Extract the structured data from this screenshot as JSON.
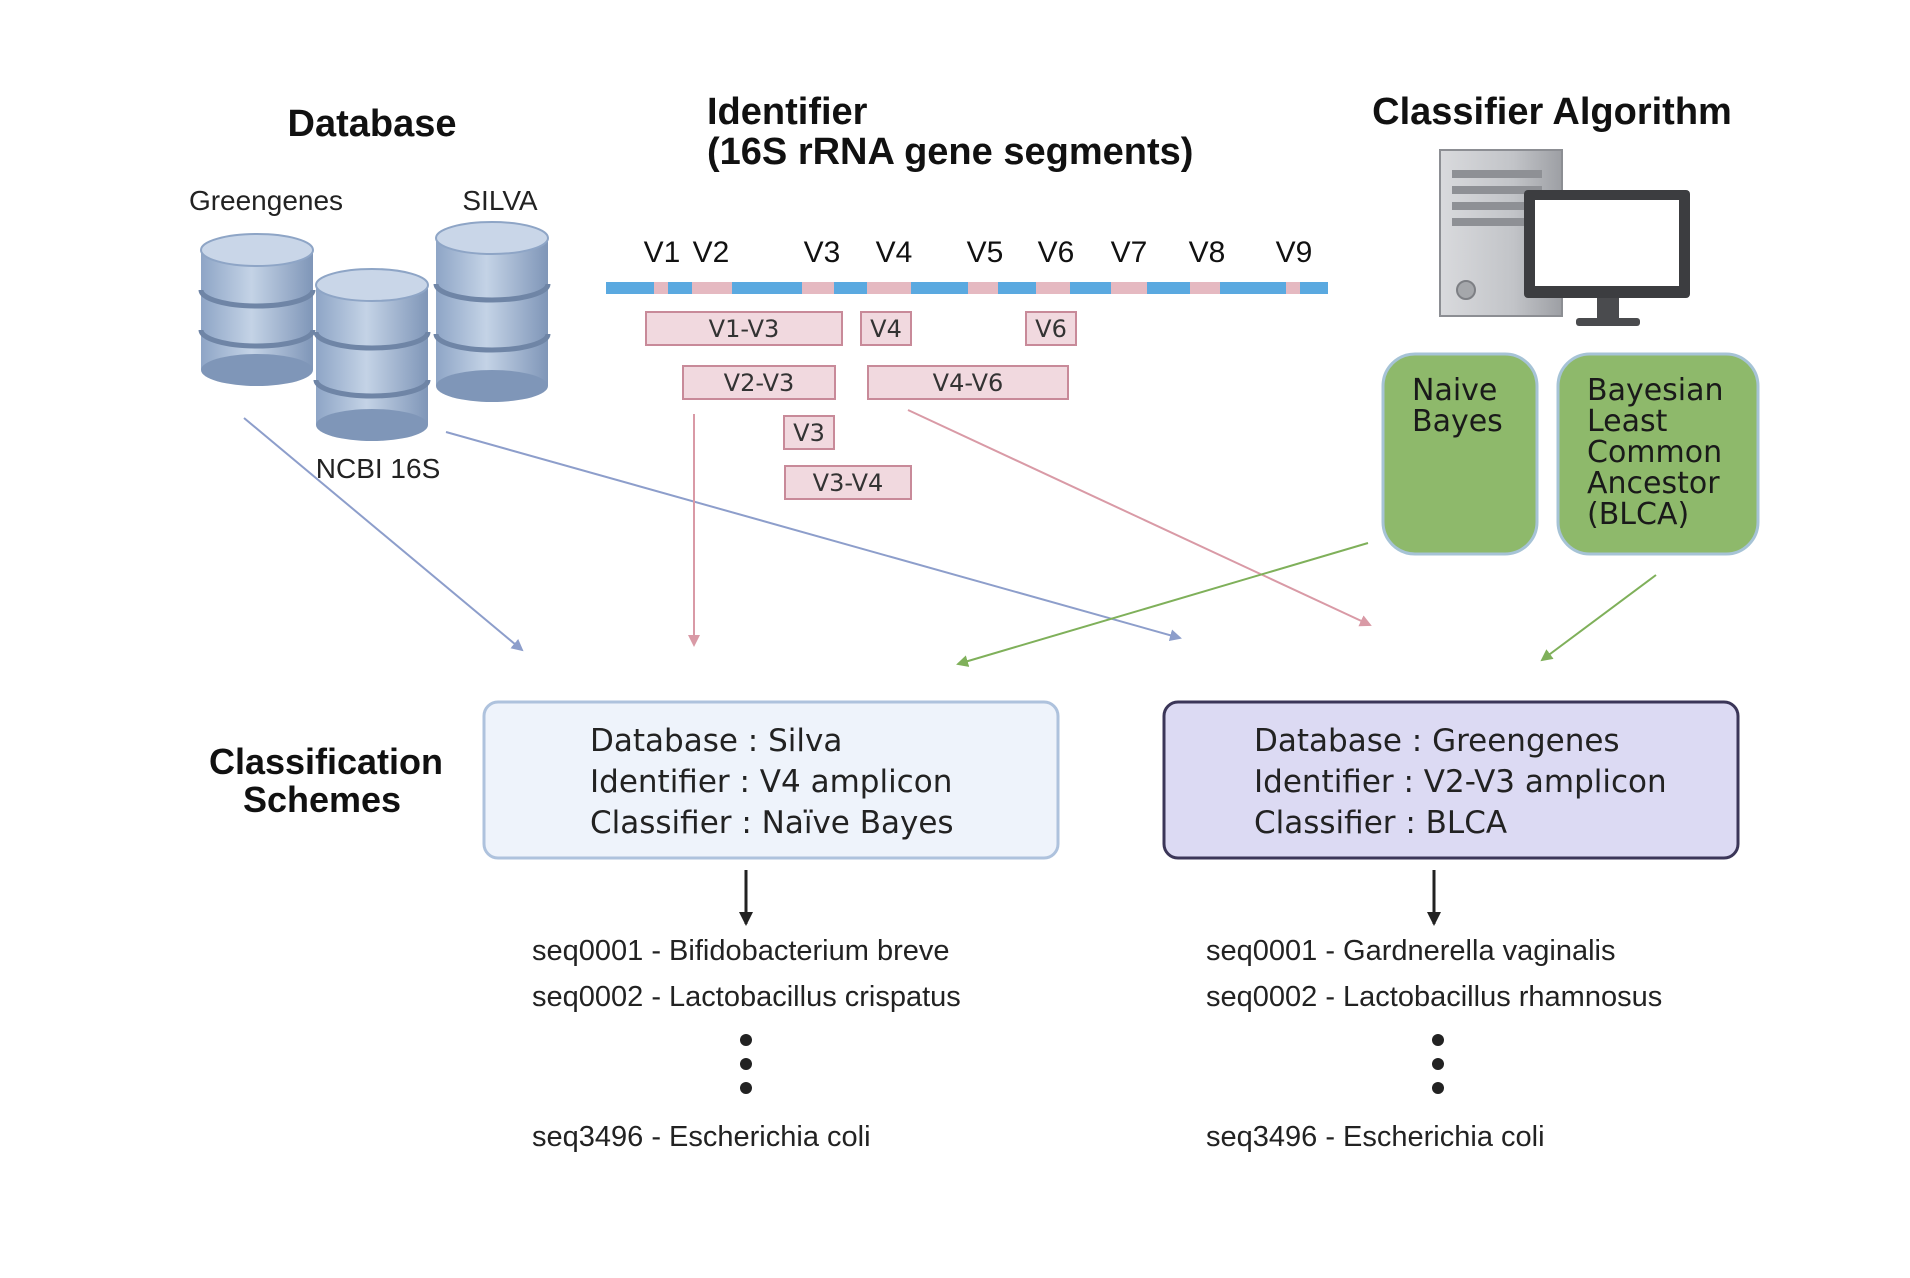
{
  "headers": {
    "database": "Database",
    "identifier_line1": "Identifier",
    "identifier_line2": "(16S rRNA gene segments)",
    "classifier": "Classifier Algorithm",
    "schemes_line1": "Classification",
    "schemes_line2": "Schemes"
  },
  "databases": {
    "greengenes": "Greengenes",
    "silva": "SILVA",
    "ncbi": "NCBI 16S"
  },
  "regions": [
    "V1",
    "V2",
    "V3",
    "V4",
    "V5",
    "V6",
    "V7",
    "V8",
    "V9"
  ],
  "segments": {
    "v1_v3": "V1-V3",
    "v4": "V4",
    "v6": "V6",
    "v2_v3": "V2-V3",
    "v4_v6": "V4-V6",
    "v3": "V3",
    "v3_v4": "V3-V4"
  },
  "algorithms": {
    "naive_line1": "Naive",
    "naive_line2": "Bayes",
    "blca_line1": "Bayesian",
    "blca_line2": "Least",
    "blca_line3": "Common",
    "blca_line4": "Ancestor",
    "blca_line5": "(BLCA)"
  },
  "scheme1": {
    "database": "Database : Silva",
    "identifier": "Identifier : V4 amplicon",
    "classifier": "Classifier : Naïve Bayes",
    "results": {
      "r1": "seq0001 - Bifidobacterium breve",
      "r2": "seq0002 - Lactobacillus crispatus",
      "r3": "seq3496 - Escherichia coli"
    }
  },
  "scheme2": {
    "database": "Database : Greengenes",
    "identifier": "Identifier : V2-V3 amplicon",
    "classifier": "Classifier : BLCA",
    "results": {
      "r1": "seq0001 - Gardnerella vaginalis",
      "r2": "seq0002 - Lactobacillus rhamnosus",
      "r3": "seq3496 - Escherichia coli"
    }
  },
  "colors": {
    "db_blue": "#a9bcd6",
    "gene_blue": "#5aa9e0",
    "gene_pink": "#e5b9c1",
    "segment_fill": "#f1d9df",
    "segment_border": "#c88a99",
    "algo_green": "#8eb96b",
    "algo_border": "#a6c3d6",
    "scheme1_fill": "#eef3fb",
    "scheme2_fill": "#dcdaf3",
    "arrow_blue": "#8d9ecb",
    "arrow_pink": "#d99aa6",
    "arrow_green": "#7fb05a"
  }
}
